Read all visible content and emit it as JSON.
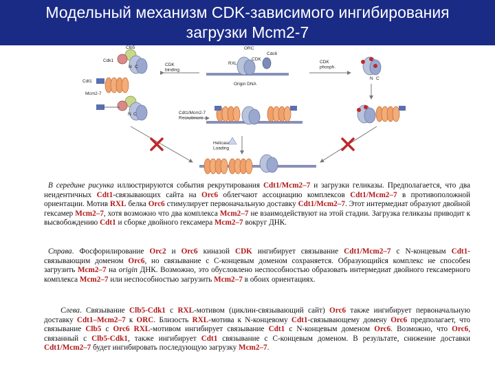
{
  "title": {
    "line1": "Модельный механизм CDK-зависимого ингибирования",
    "line2": "загрузки Mcm2-7"
  },
  "colors": {
    "title_bg": "#1a2b86",
    "highlight": "#b01818",
    "mcm": "#f0a06a",
    "cdt1": "#5a6fb0",
    "orc": "#b9c3dc",
    "clb5": "#c8d98a",
    "cdk1": "#d88a8a"
  },
  "diagram": {
    "labels": {
      "clb5": "Clb5",
      "cdk1": "Cdk1",
      "cdt1": "Cdt1",
      "n_term": "N",
      "c_term": "C",
      "cdk_binding": "CDK\nbinding",
      "mcm27": "Mcm2-7",
      "cdt1_mcm_recruitment": "Cdt1/Mcm2-7\nRecruitment",
      "orc": "ORC",
      "rxl": "RXL",
      "cdc6": "Cdc6",
      "cdk": "CDK",
      "origin_dna": "Origin DNA",
      "cdk_phosph": "CDK\nphosph.",
      "helicase_loading": "Helicase\nLoading"
    }
  },
  "paragraphs": {
    "middle": [
      {
        "t": "В середине рисунка",
        "s": "em"
      },
      {
        "t": " иллюстрируются события рекрутирования ",
        "s": ""
      },
      {
        "t": "Cdt1/Mcm2–7",
        "s": "hl"
      },
      {
        "t": " и загрузки геликазы. Предполагается, что два неидентичных ",
        "s": ""
      },
      {
        "t": "Cdt1",
        "s": "hl"
      },
      {
        "t": "-связывающих сайта на ",
        "s": ""
      },
      {
        "t": "Orc6",
        "s": "hl"
      },
      {
        "t": " облегчают ассоциацию комплексов ",
        "s": ""
      },
      {
        "t": "Cdt1/Mcm2–7",
        "s": "hl"
      },
      {
        "t": " в противоположной ориентации. Мотив ",
        "s": ""
      },
      {
        "t": "RXL",
        "s": "hl"
      },
      {
        "t": " белка ",
        "s": ""
      },
      {
        "t": "Orc6",
        "s": "hl"
      },
      {
        "t": " стимулирует первоначальную доставку ",
        "s": ""
      },
      {
        "t": "Cdt1/Mcm2–7",
        "s": "hl"
      },
      {
        "t": ". Этот интермедиат образуют двойной гексамер ",
        "s": ""
      },
      {
        "t": "Mcm2–7",
        "s": "hl"
      },
      {
        "t": ", хотя возможно что два комплекса ",
        "s": ""
      },
      {
        "t": "Mcm2–7",
        "s": "hl"
      },
      {
        "t": " не взаимодействуют на этой стадии. Загрузка геликазы приводит к высвобождению ",
        "s": ""
      },
      {
        "t": "Cdt1",
        "s": "hl"
      },
      {
        "t": " и сборке двойного гексамера ",
        "s": ""
      },
      {
        "t": "Mcm2–7",
        "s": "hl"
      },
      {
        "t": " вокруг ДНК.",
        "s": ""
      }
    ],
    "right": [
      {
        "t": "Справа",
        "s": "em"
      },
      {
        "t": ". Фосфорилирование ",
        "s": ""
      },
      {
        "t": "Orc2",
        "s": "hl"
      },
      {
        "t": " и ",
        "s": ""
      },
      {
        "t": "Orc6",
        "s": "hl"
      },
      {
        "t": " киназой ",
        "s": ""
      },
      {
        "t": "CDK",
        "s": "hl"
      },
      {
        "t": " ингибирует связывание ",
        "s": ""
      },
      {
        "t": "Cdt1/Mcm2–7",
        "s": "hl"
      },
      {
        "t": " с N-концевым ",
        "s": ""
      },
      {
        "t": "Cdt1",
        "s": "hl"
      },
      {
        "t": "-связывающим доменом ",
        "s": ""
      },
      {
        "t": "Orc6",
        "s": "hl"
      },
      {
        "t": ", но связывание с С-концевым доменом сохраняется. Образующийся комплекс не способен загрузить ",
        "s": ""
      },
      {
        "t": "Mcm2–7",
        "s": "hl"
      },
      {
        "t": " на ",
        "s": ""
      },
      {
        "t": "origin",
        "s": "em"
      },
      {
        "t": " ДНК. Возможно, это обусловлено неспособностью образовать интермедиат двойного гексамерного комплекса ",
        "s": ""
      },
      {
        "t": "Mcm2–7",
        "s": "hl"
      },
      {
        "t": " или неспособностью загрузить ",
        "s": ""
      },
      {
        "t": "Mcm2–7",
        "s": "hl"
      },
      {
        "t": " в обоих ориентациях.",
        "s": ""
      }
    ],
    "left": [
      {
        "t": "Слева",
        "s": "em"
      },
      {
        "t": ". Связывание ",
        "s": ""
      },
      {
        "t": "Clb5-Cdk1",
        "s": "hl"
      },
      {
        "t": " с ",
        "s": ""
      },
      {
        "t": "RXL",
        "s": "hl"
      },
      {
        "t": "-мотивом (циклин-связывающий сайт) ",
        "s": ""
      },
      {
        "t": "Orc6",
        "s": "hl"
      },
      {
        "t": " также ингибирует первоначальную доставку ",
        "s": ""
      },
      {
        "t": "Cdt1–Mcm2–7",
        "s": "hl"
      },
      {
        "t": " к ",
        "s": ""
      },
      {
        "t": "ORC",
        "s": "hl"
      },
      {
        "t": ". Близость ",
        "s": ""
      },
      {
        "t": "RXL",
        "s": "hl"
      },
      {
        "t": "-мотива к N-концевому ",
        "s": ""
      },
      {
        "t": "Cdt1",
        "s": "hl"
      },
      {
        "t": "-связывающему домену ",
        "s": ""
      },
      {
        "t": "Orc6",
        "s": "hl"
      },
      {
        "t": " предполагает, что связывание ",
        "s": ""
      },
      {
        "t": "Clb5",
        "s": "hl"
      },
      {
        "t": " с ",
        "s": ""
      },
      {
        "t": "Orc6",
        "s": "hl"
      },
      {
        "t": " RXL",
        "s": "hl"
      },
      {
        "t": "-мотивом ингибирует связывание ",
        "s": ""
      },
      {
        "t": "Cdt1",
        "s": "hl"
      },
      {
        "t": " с N-концевым доменом ",
        "s": ""
      },
      {
        "t": "Orc6",
        "s": "hl"
      },
      {
        "t": ". Возможно, что ",
        "s": ""
      },
      {
        "t": "Orc6",
        "s": "hl"
      },
      {
        "t": ", связанный с ",
        "s": ""
      },
      {
        "t": "Clb5-Cdk1",
        "s": "hl"
      },
      {
        "t": ", также ингибирует ",
        "s": ""
      },
      {
        "t": "Cdt1",
        "s": "hl"
      },
      {
        "t": " связывание с С-концевым доменом. В результате, снижение доставки ",
        "s": ""
      },
      {
        "t": "Cdt1/Mcm2–7",
        "s": "hl"
      },
      {
        "t": " будет ингибировать последующую загрузку ",
        "s": ""
      },
      {
        "t": "Mcm2–7",
        "s": "hl"
      },
      {
        "t": ".",
        "s": ""
      }
    ]
  }
}
